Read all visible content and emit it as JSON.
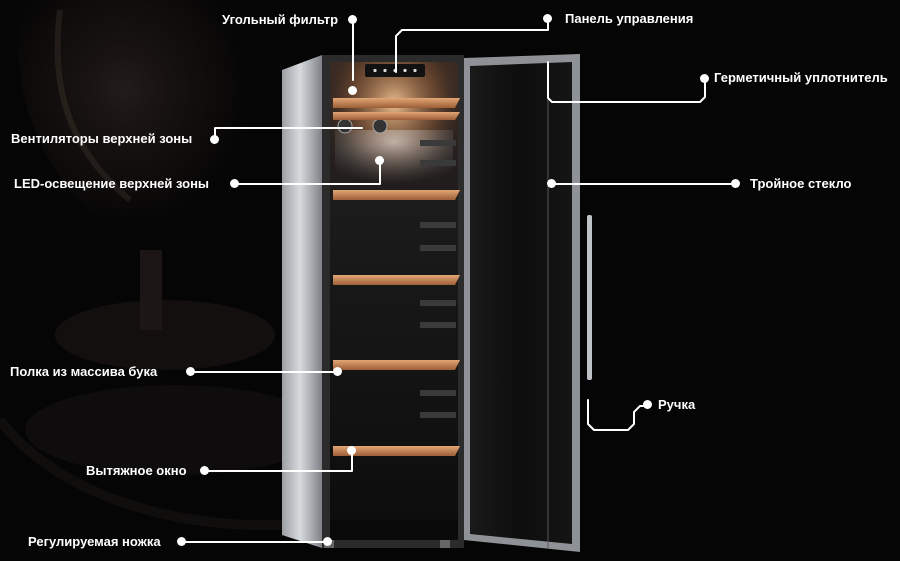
{
  "callouts": {
    "carbon_filter": "Угольный фильтр",
    "control_panel": "Панель управления",
    "hermetic_seal": "Герметичный уплотнитель",
    "top_zone_fans": "Вентиляторы верхней зоны",
    "top_zone_led": "LED-освещение верхней зоны",
    "triple_glass": "Тройное стекло",
    "beech_shelf": "Полка из массива бука",
    "handle": "Ручка",
    "exhaust_window": "Вытяжное окно",
    "adjustable_foot": "Регулируемая ножка"
  },
  "colors": {
    "background": "#050505",
    "label_text": "#ffffff",
    "callout_line": "#ffffff",
    "shelf_wood": "#c98a5a",
    "led_glow": "#ffcf99"
  }
}
